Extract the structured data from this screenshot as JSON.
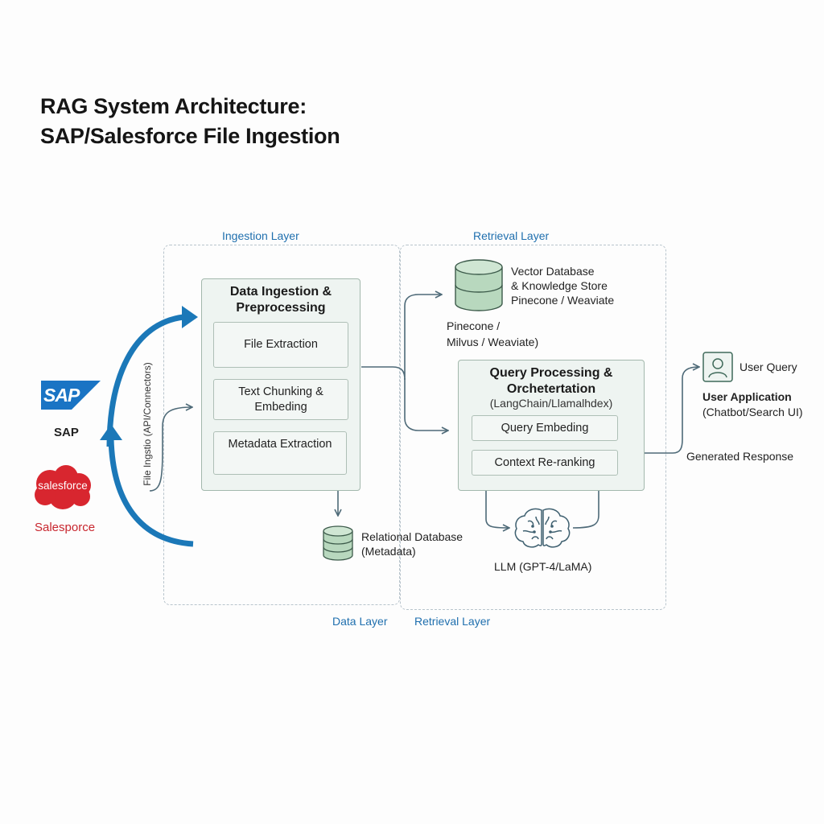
{
  "title": {
    "line1": "RAG System Architecture:",
    "line2": "SAP/Salesforce File Ingestion"
  },
  "layers": {
    "ingestion": "Ingestion Layer",
    "retrieval_top": "Retrieval Layer",
    "data": "Data Layer",
    "retrieval_bottom": "Retrieval Layer"
  },
  "sources": {
    "sap_logo": "SAP",
    "sap_label": "SAP",
    "salesforce_logo": "salesforce",
    "salesforce_label": "Salesporce"
  },
  "ingestion_link_label": "File Ingstio (API/Connectors)",
  "ingestion_panel": {
    "title_line1": "Data Ingestion &",
    "title_line2": "Preprocessing",
    "steps": [
      "File Extraction",
      "Text Chunking &\nEmbeding",
      "Metadata Extraction"
    ]
  },
  "relational_db": {
    "line1": "Relational Database",
    "line2": "(Metadata)"
  },
  "vector_db": {
    "line1": "Vector Database",
    "line2": "& Knowledge Store",
    "line3": "Pinecone / Weaviate",
    "below1": "Pinecone /",
    "below2": "Milvus / Weaviate)"
  },
  "query_panel": {
    "title_line1": "Query Processing &",
    "title_line2": "Orchetertation",
    "subtitle": "(LangChain/Llamalhdex)",
    "steps": [
      "Query Embeding",
      "Context Re-ranking"
    ]
  },
  "llm": "LLM (GPT-4/LaMA)",
  "user": {
    "query": "User Query",
    "app_title": "User Application",
    "app_sub": "(Chatbot/Search UI)",
    "response": "Generated Response"
  },
  "colors": {
    "accent_blue": "#1b78b8",
    "sap_blue": "#1a74c4",
    "salesforce_red": "#d8262f",
    "panel_green": "#eef4f1",
    "db_green": "#b8d8be"
  }
}
